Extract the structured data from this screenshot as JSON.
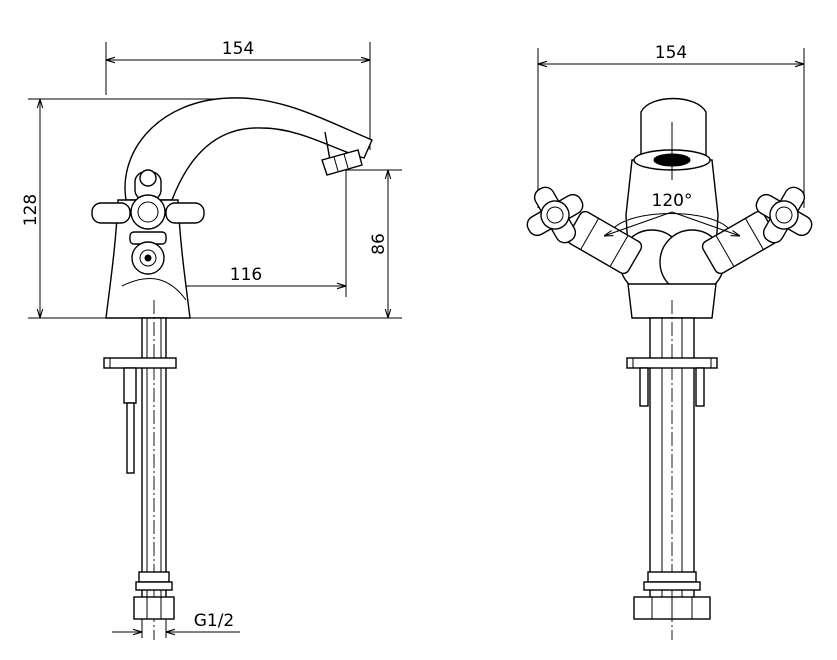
{
  "side_view": {
    "dim_width": "154",
    "dim_height": "128",
    "dim_reach": "116",
    "dim_spout_height": "86",
    "thread": "G1/2"
  },
  "front_view": {
    "dim_width": "154",
    "angle": "120°"
  }
}
